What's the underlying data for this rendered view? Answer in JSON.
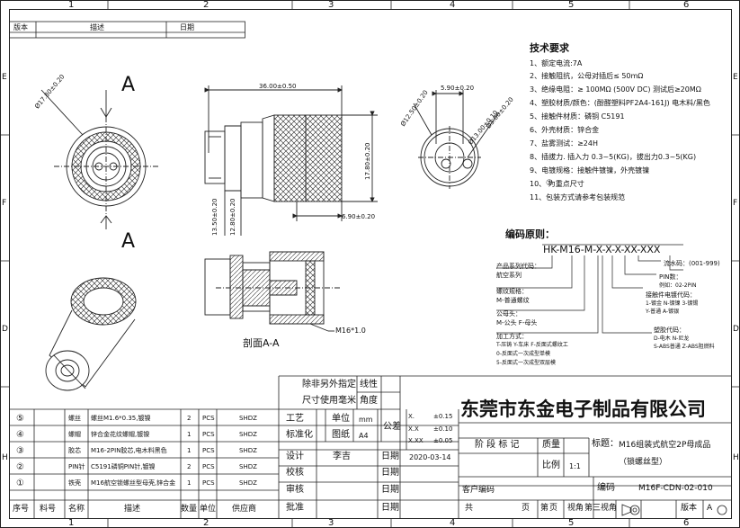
{
  "frame": {
    "cols": [
      "1",
      "2",
      "3",
      "4",
      "5",
      "6"
    ],
    "rows": [
      "E",
      "E",
      "F",
      "D",
      "H"
    ]
  },
  "revision_table": {
    "headers": [
      "版本",
      "描述",
      "日期"
    ]
  },
  "tech": {
    "title": "技术要求",
    "items": [
      "1、额定电流:7A",
      "2、接触阻抗，公母对插后≤ 50mΩ",
      "3、绝缘电阻：≥ 100MΩ (500V DC) 测试后≥20MΩ",
      "4、塑胶材质/颜色：(酚醛塑料PF2A4-161J) 电木料/黑色",
      "5、接触件材质：磷铜 C5191",
      "6、外壳材质：锌合金",
      "7、盐雾测试：≥24H",
      "8、插拔力. 插入力 0.3~5(KG)，拔出力0.3~5(KG)",
      "9、电镀规格：接触件镀镍，外壳镀镍",
      "10、   为重点尺寸",
      "11、包装方式请参考包装规范"
    ],
    "key_symbol": "①"
  },
  "coding": {
    "title": "编码原则：",
    "code": "HK-M16-M-X-X-X-XX-XXX",
    "labels": [
      "产品系列代码：",
      "航空系列",
      "螺纹规格：",
      "M-普通螺纹",
      "公母头：",
      "M-公头  F-母头",
      "加工方式：",
      "T-压铸  Y-车床  F-反面式螺纹工",
      "0-反面式一次成型单模",
      "5-反面式一次成型双层模",
      "流水码：(001-999)",
      "PIN数：",
      "例如：02-2PIN",
      "接触件电镀代码：",
      "1-镀金 N-镀镍 3-镀锡",
      "Y-普通 A-镀银",
      "塑胶代码：",
      "D-电木  N-尼龙",
      "S-ABS普通  Z-ABS阻燃料"
    ]
  },
  "dims": {
    "d1": "Ø17.80±0.20",
    "d2": "36.00±0.50",
    "d3": "5.90±0.20",
    "d4": "17.80±0.20",
    "d5": "6.90±0.20",
    "d6": "13.50±0.20",
    "d7": "12.80±0.20",
    "d8": "Ø12.50±0.20",
    "d9": "Ø13.00±0.10",
    "d10": "Ø3.00±0.20",
    "thread": "M16*1.0",
    "section_label": "A",
    "section_title": "剖面A-A"
  },
  "note": {
    "line1": "除非另外指定",
    "line2": "尺寸使用毫米"
  },
  "company": "东莞市东金电子制品有限公司",
  "title_block": {
    "xianxing": "线性",
    "jiaodu": "角度",
    "gongyi": "工艺",
    "biaozhunhua": "标准化",
    "sheji": "设计",
    "jiaohe": "校核",
    "shencha": "审核",
    "pizhun": "批准",
    "danwei": "单位",
    "danwei_val": "mm",
    "tufu": "图纸",
    "tufu_val": "A4",
    "designer": "李吉",
    "riqi": "日期",
    "date1": "2020-03-14",
    "gongcha": "公差",
    "tol1_k": "X.",
    "tol1_v": "±0.15",
    "tol2_k": "X.X",
    "tol2_v": "±0.10",
    "tol3_k": "X.XX",
    "tol3_v": "±0.05",
    "jieduan": "阶 段 标 记",
    "zhiliang": "质量",
    "bili": "比例",
    "bili_val": "1:1",
    "biaoti": "标题：",
    "title1": "M16组装式航空2P母成品",
    "title2": "（锁螺丝型）",
    "kehu": "客户编码",
    "bianma": "编码",
    "bianma_val": "M16F-CDN-02-010",
    "gong": "共",
    "ye1": "页",
    "di": "第",
    "ye2": "页",
    "shijiao": "视角",
    "sanshijiao": "第三视角",
    "banben": "版本",
    "banben_val": "A"
  },
  "bom": {
    "headers": [
      "序号",
      "料号",
      "名称",
      "描述",
      "数量",
      "单位",
      "供应商"
    ],
    "rows": [
      {
        "no": "⑤",
        "name": "螺丝",
        "desc": "螺丝M1.6*0.35,镀镍",
        "qty": "2",
        "unit": "PCS",
        "sup": "SHDZ"
      },
      {
        "no": "④",
        "name": "螺帽",
        "desc": "锌合金花纹螺帽,镀镍",
        "qty": "1",
        "unit": "PCS",
        "sup": "SHDZ"
      },
      {
        "no": "③",
        "name": "胶芯",
        "desc": "M16-2PIN胶芯,电木料黑色",
        "qty": "1",
        "unit": "PCS",
        "sup": "SHDZ"
      },
      {
        "no": "②",
        "name": "PIN针",
        "desc": "C5191磷铜PIN针,镀镍",
        "qty": "2",
        "unit": "PCS",
        "sup": "SHDZ"
      },
      {
        "no": "①",
        "name": "铁壳",
        "desc": "M16航空锁螺丝型母壳,锌合金",
        "qty": "1",
        "unit": "PCS",
        "sup": "SHDZ"
      }
    ]
  }
}
